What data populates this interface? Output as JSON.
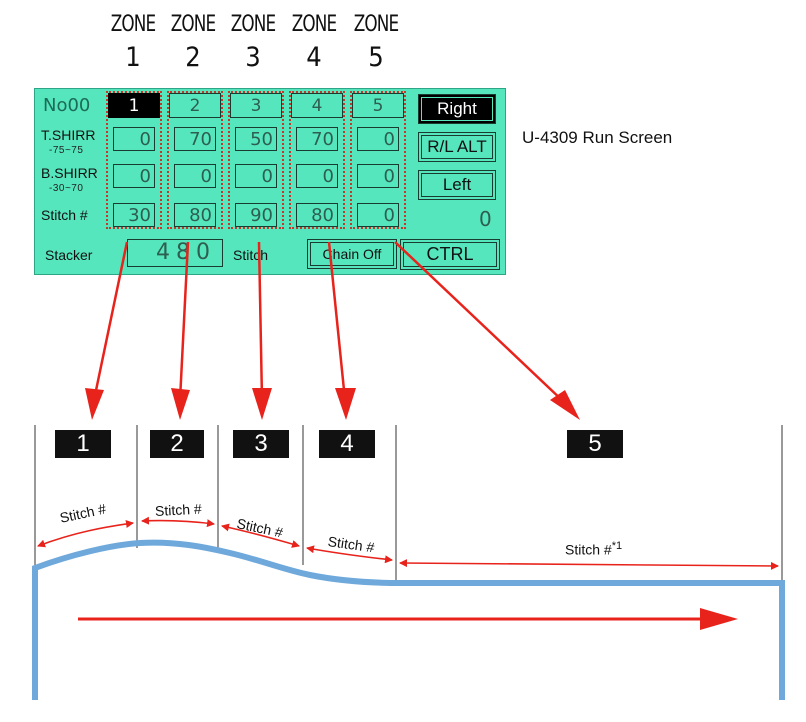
{
  "zone_word": "ZONE",
  "zones": [
    {
      "number": "1",
      "t_shirr": "0",
      "b_shirr": "0",
      "stitch": "30"
    },
    {
      "number": "2",
      "t_shirr": "70",
      "b_shirr": "0",
      "stitch": "80"
    },
    {
      "number": "3",
      "t_shirr": "50",
      "b_shirr": "0",
      "stitch": "90"
    },
    {
      "number": "4",
      "t_shirr": "70",
      "b_shirr": "0",
      "stitch": "80"
    },
    {
      "number": "5",
      "t_shirr": "0",
      "b_shirr": "0",
      "stitch": "0"
    }
  ],
  "active_zone": 1,
  "panel": {
    "program": "No00",
    "t_shirr_label": "T.SHIRR",
    "t_shirr_range": "-75~75",
    "b_shirr_label": "B.SHIRR",
    "b_shirr_range": "-30~70",
    "stitch_label": "Stitch #",
    "stacker_label": "Stacker",
    "stacker_value": "480",
    "stitch_bottom_label": "Stitch",
    "chain_button": "Chain Off",
    "ctrl_button": "CTRL",
    "right_button": "Right",
    "rl_alt_button": "R/L ALT",
    "left_button": "Left",
    "counter": "0"
  },
  "caption": "U-4309 Run Screen",
  "diagram": {
    "segment_labels": [
      "1",
      "2",
      "3",
      "4",
      "5"
    ],
    "stitch_labels": [
      "Stitch #",
      "Stitch #",
      "Stitch #",
      "Stitch #",
      "Stitch #"
    ],
    "footnote": "*1"
  },
  "colors": {
    "panel_bg": "#55e6bd",
    "arrow": "#e8231c",
    "fabric": "#6fa9dc"
  }
}
